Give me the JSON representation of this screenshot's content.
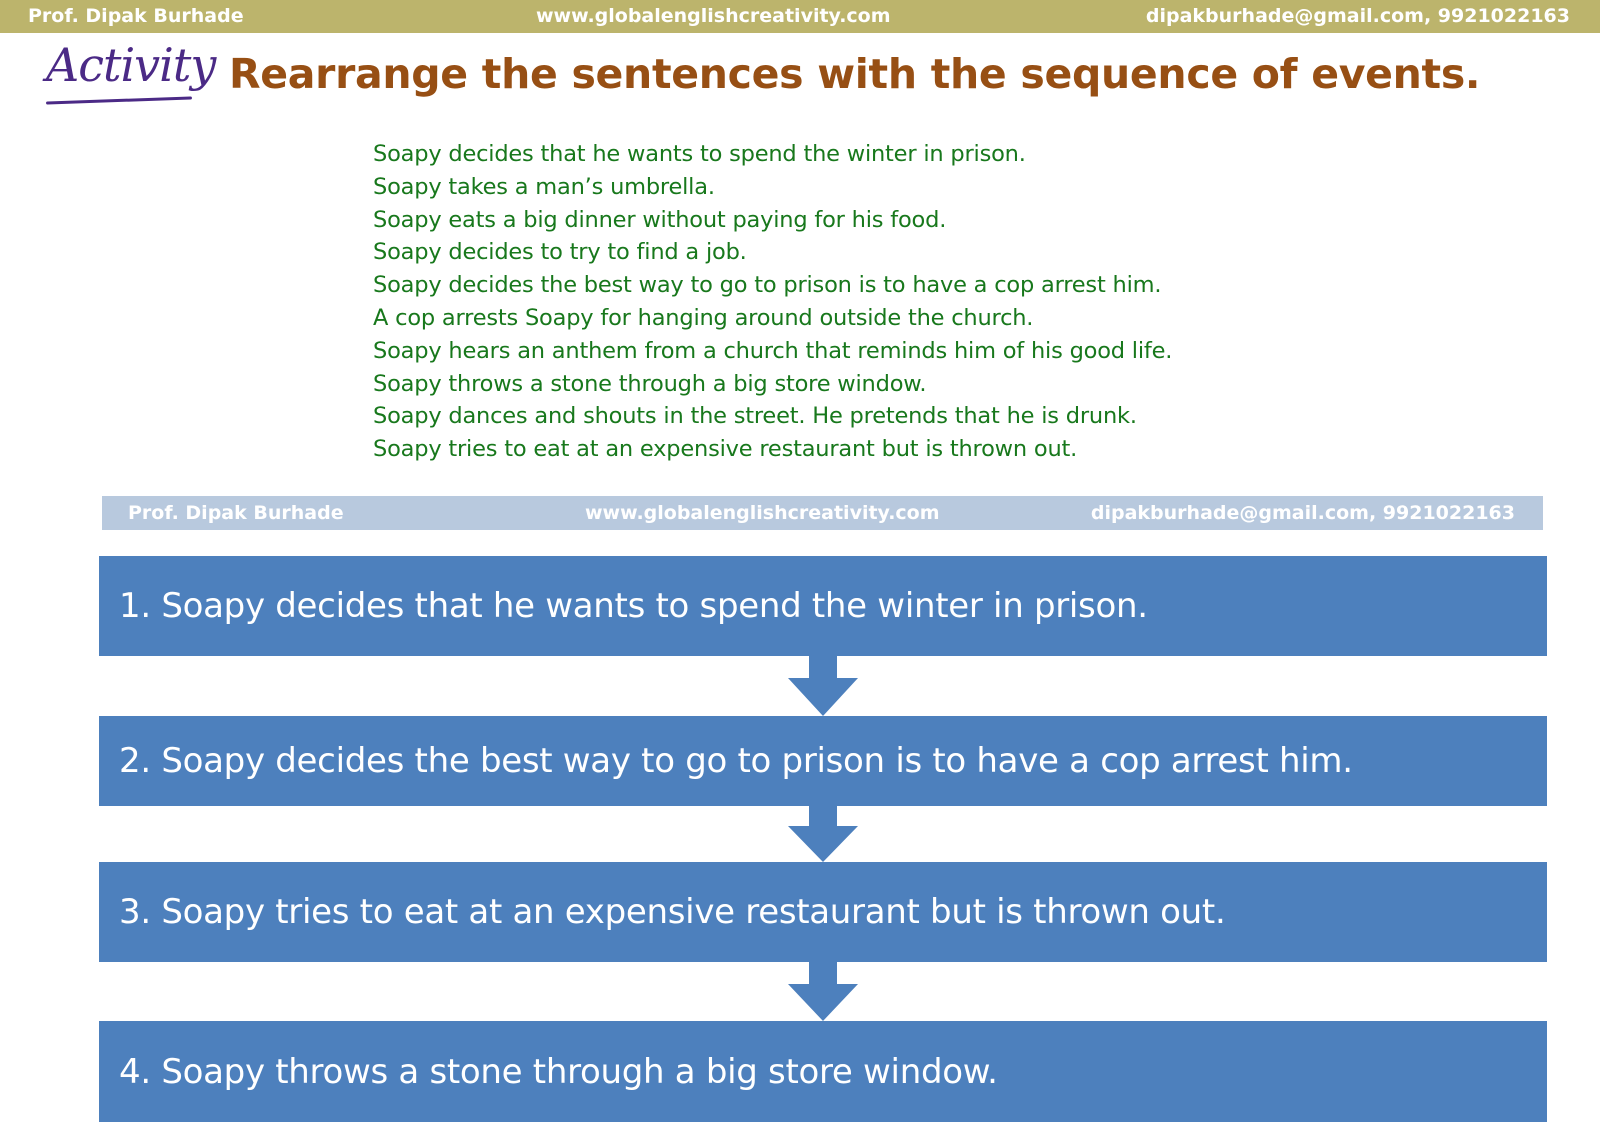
{
  "header": {
    "author": "Prof. Dipak Burhade",
    "website": "www.globalenglishcreativity.com",
    "contact": "dipakburhade@gmail.com, 9921022163"
  },
  "activity_label": "Activity",
  "title": "Rearrange the sentences with the sequence of events.",
  "sentences": [
    "Soapy decides that he wants to spend the winter in prison.",
    "Soapy takes a man’s umbrella.",
    "Soapy eats a big dinner without paying for his food.",
    "Soapy decides to try to find a job.",
    "Soapy decides the best way to go to prison is to have a cop arrest him.",
    "A cop arrests Soapy for hanging around outside the church.",
    "Soapy hears an anthem from a church that reminds him of his good life.",
    "Soapy throws a stone through a big store window.",
    "Soapy dances and shouts in the street. He pretends that he is drunk.",
    "Soapy tries to eat at an expensive restaurant but is thrown out."
  ],
  "watermark_bar": {
    "author": "Prof. Dipak Burhade",
    "website": "www.globalenglishcreativity.com",
    "contact": "dipakburhade@gmail.com, 9921022163"
  },
  "steps": [
    "1. Soapy decides that he wants to spend the winter in prison.",
    "2. Soapy decides the best way to go to prison is to have a cop arrest him.",
    "3. Soapy tries to eat at an expensive restaurant but is thrown out.",
    "4. Soapy throws a stone through a big store window."
  ],
  "colors": {
    "header_bar": "#bcb46c",
    "activity": "#4b2a86",
    "title": "#974f14",
    "sentence_text": "#18781c",
    "watermark_bar": "#b8c9de",
    "step_box": "#4d80bd"
  },
  "icons": {
    "connector": "arrow-down-icon"
  }
}
